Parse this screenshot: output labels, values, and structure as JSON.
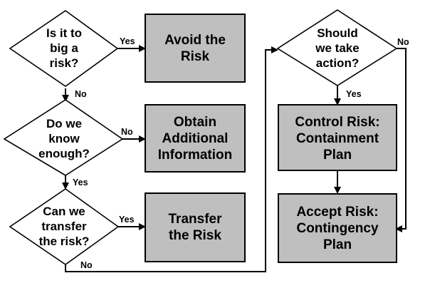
{
  "flowchart": {
    "decisions": {
      "too_big": [
        "Is it to",
        "big a",
        "risk?"
      ],
      "know_enough": [
        "Do we",
        "know",
        "enough?"
      ],
      "transfer": [
        "Can we",
        "transfer",
        "the risk?"
      ],
      "take_action": [
        "Should",
        "we take",
        "action?"
      ]
    },
    "actions": {
      "avoid": [
        "Avoid the",
        "Risk"
      ],
      "obtain": [
        "Obtain",
        "Additional",
        "Information"
      ],
      "transfer": [
        "Transfer",
        "the Risk"
      ],
      "control": [
        "Control Risk:",
        "Containment",
        "Plan"
      ],
      "accept": [
        "Accept Risk:",
        "Contingency",
        "Plan"
      ]
    },
    "edges": {
      "yes": "Yes",
      "no": "No"
    }
  }
}
